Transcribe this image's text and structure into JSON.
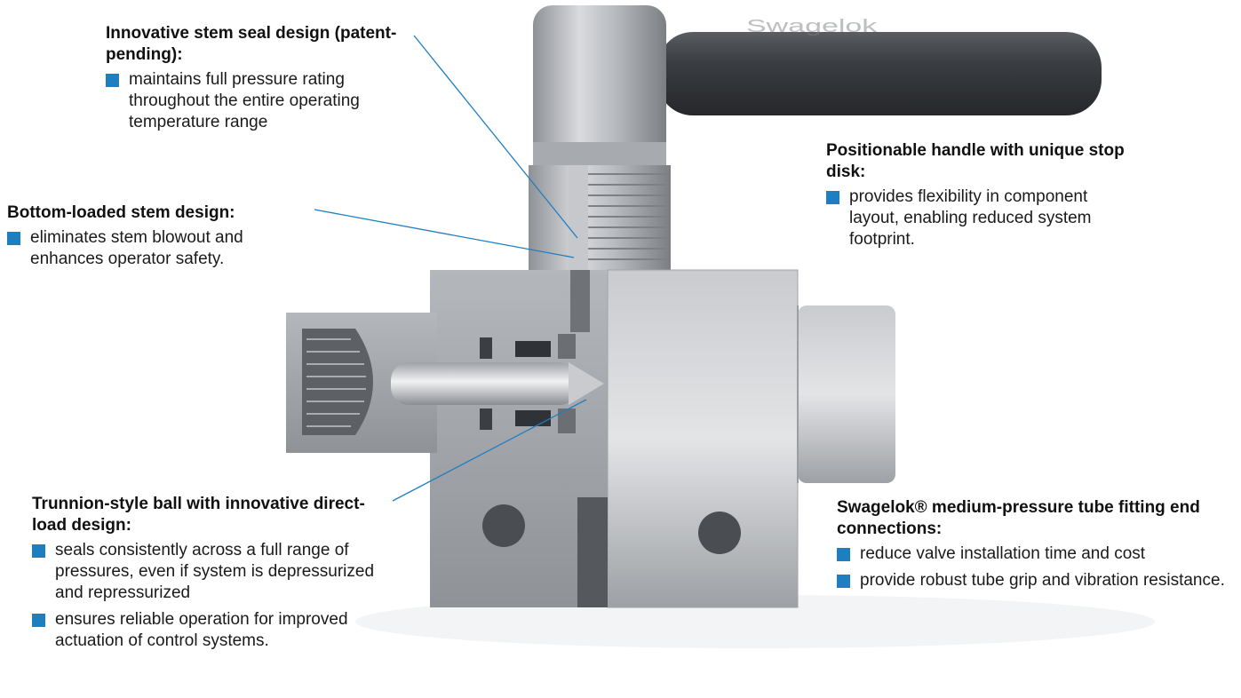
{
  "accent_color": "#1e7fc0",
  "brand": "Swagelok",
  "callouts": {
    "stem_seal": {
      "title": "Innovative stem seal design (patent-pending):",
      "items": [
        "maintains full pressure rating throughout the entire operating temperature range"
      ]
    },
    "bottom_loaded": {
      "title": "Bottom-loaded stem design:",
      "items": [
        "eliminates stem blowout and enhances operator safety."
      ]
    },
    "handle": {
      "title": "Positionable handle with unique stop disk:",
      "items": [
        "provides flexibility in component layout, enabling reduced system footprint."
      ]
    },
    "trunnion": {
      "title": "Trunnion-style ball with innovative direct-load design:",
      "items": [
        "seals consistently across a full range of pressures, even if system is depressurized and repressurized",
        "ensures reliable operation for improved actuation of control systems."
      ]
    },
    "tube_fitting": {
      "title": "Swagelok® medium-pressure tube fitting end connections:",
      "items": [
        "reduce valve installation time and cost",
        "provide robust tube grip and vibration resistance."
      ]
    }
  }
}
